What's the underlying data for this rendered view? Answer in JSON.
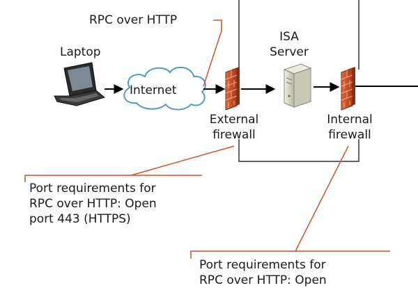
{
  "labels": {
    "rpc_over_http": "RPC over HTTP",
    "laptop": "Laptop",
    "internet": "Internet",
    "isa_server_line1": "ISA",
    "isa_server_line2": "Server",
    "external_firewall_line1": "External",
    "external_firewall_line2": "firewall",
    "internal_firewall_line1": "Internal",
    "internal_firewall_line2": "firewall"
  },
  "callouts": {
    "external": {
      "line1": "Port requirements for",
      "line2": "RPC over HTTP: Open",
      "line3": "port 443 (HTTPS)"
    },
    "internal": {
      "line1": "Port requirements for",
      "line2": "RPC over HTTP: Open"
    }
  },
  "colors": {
    "callout_line": "#d2502a",
    "cloud_stroke": "#4b9ac9",
    "cloud_fill": "#ffffff",
    "firewall": "#c8461e",
    "server": "#d8d8c8"
  }
}
